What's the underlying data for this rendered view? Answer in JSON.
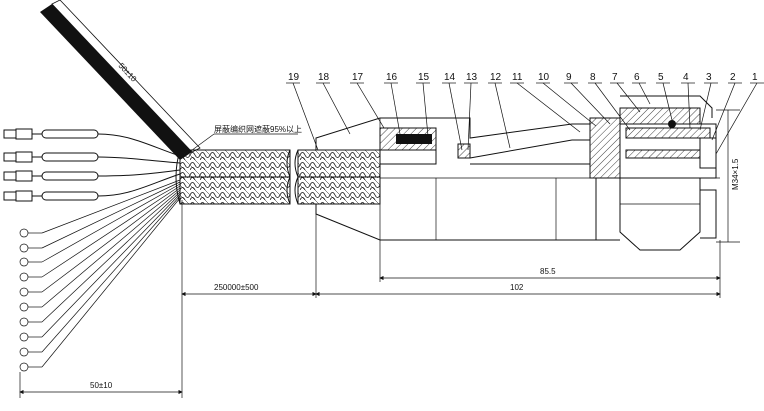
{
  "part_numbers": [
    "1",
    "2",
    "3",
    "4",
    "5",
    "6",
    "7",
    "8",
    "9",
    "10",
    "11",
    "12",
    "13",
    "14",
    "15",
    "16",
    "17",
    "18",
    "19"
  ],
  "labels": {
    "cable_length_top": "50±10",
    "braid_note": "屏蔽编织网遮蔽95%以上",
    "thread_spec": "M34×1.5"
  },
  "dimensions": {
    "d_85_5": "85.5",
    "d_102": "102",
    "d_250000": "250000±500",
    "d_50_bottom": "50±10"
  },
  "colors": {
    "line": "#111111",
    "background": "#ffffff"
  }
}
